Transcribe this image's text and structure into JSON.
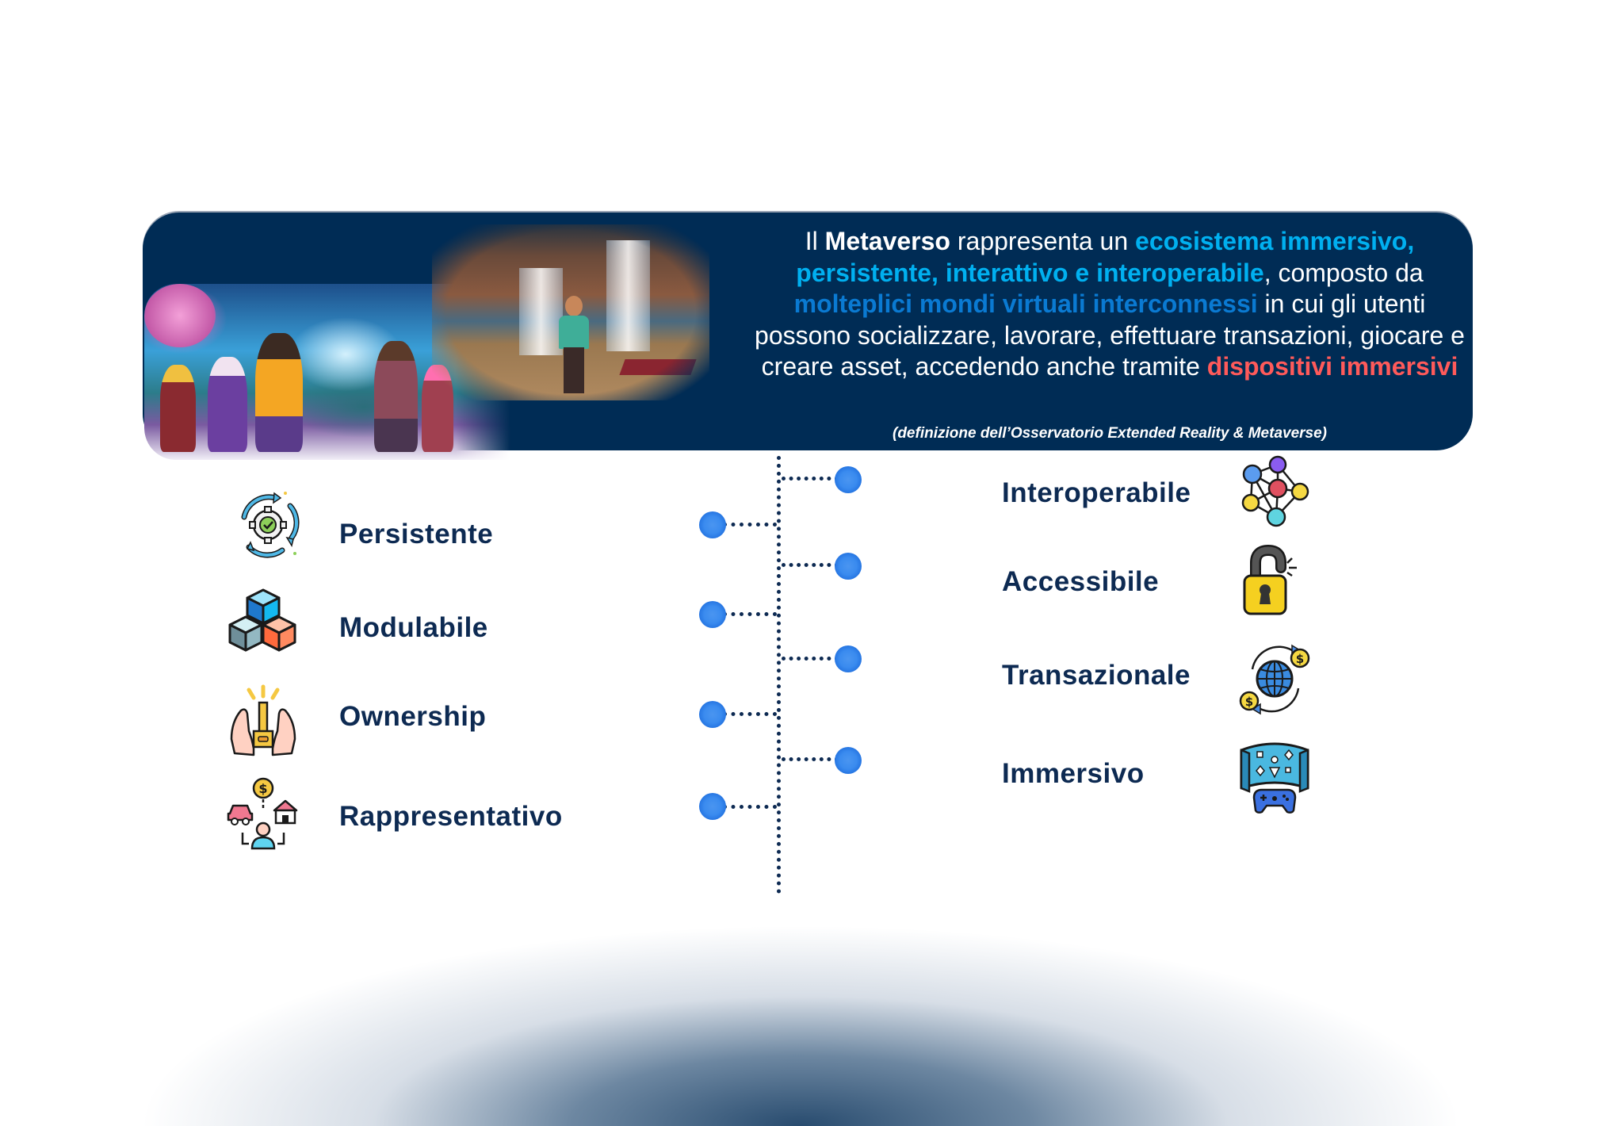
{
  "definition": {
    "parts": {
      "p1": "Il ",
      "metaverso": "Metaverso",
      "p2": " rappresenta un ",
      "highlight1": "ecosistema immersivo, persistente, interattivo e interoperabile",
      "p3": ", composto da ",
      "highlight2": "molteplici mondi virtuali interconnessi",
      "p4": " in cui gli utenti possono socializzare, lavorare, effettuare transazioni, giocare e creare asset, accedendo anche tramite ",
      "highlight3": "dispositivi immersivi"
    },
    "source": "(definizione dell’Osservatorio Extended Reality & Metaverse)"
  },
  "colors": {
    "box_bg": "#002c55",
    "highlight_cyan": "#00b0f0",
    "highlight_blue": "#0a7ad2",
    "highlight_red": "#ff5a5a",
    "label_navy": "#0d2a52",
    "dot_blue": "#2372e0"
  },
  "left_features": [
    {
      "label": "Persistente",
      "icon": "cycle-gear-check-icon"
    },
    {
      "label": "Modulabile",
      "icon": "stacked-cubes-icon"
    },
    {
      "label": "Ownership",
      "icon": "hands-key-icon"
    },
    {
      "label": "Rappresentativo",
      "icon": "person-assets-icon"
    }
  ],
  "right_features": [
    {
      "label": "Interoperabile",
      "icon": "network-nodes-icon"
    },
    {
      "label": "Accessibile",
      "icon": "open-padlock-icon"
    },
    {
      "label": "Transazionale",
      "icon": "globe-money-exchange-icon"
    },
    {
      "label": "Immersivo",
      "icon": "immersive-screen-gamepad-icon"
    }
  ]
}
